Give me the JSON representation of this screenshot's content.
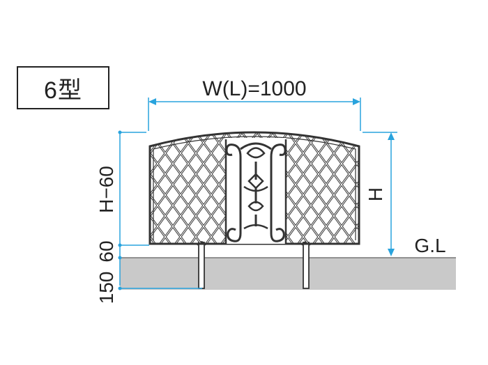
{
  "type_label": "6型",
  "width_label": "W(L)=1000",
  "height_label": "H",
  "ground_label": "G.L",
  "vertical_dims": [
    "H−60",
    "60",
    "150"
  ],
  "colors": {
    "dimension": "#29a3dd",
    "ground": "#c9c9c9",
    "fence": "#333333",
    "text": "#222222"
  }
}
